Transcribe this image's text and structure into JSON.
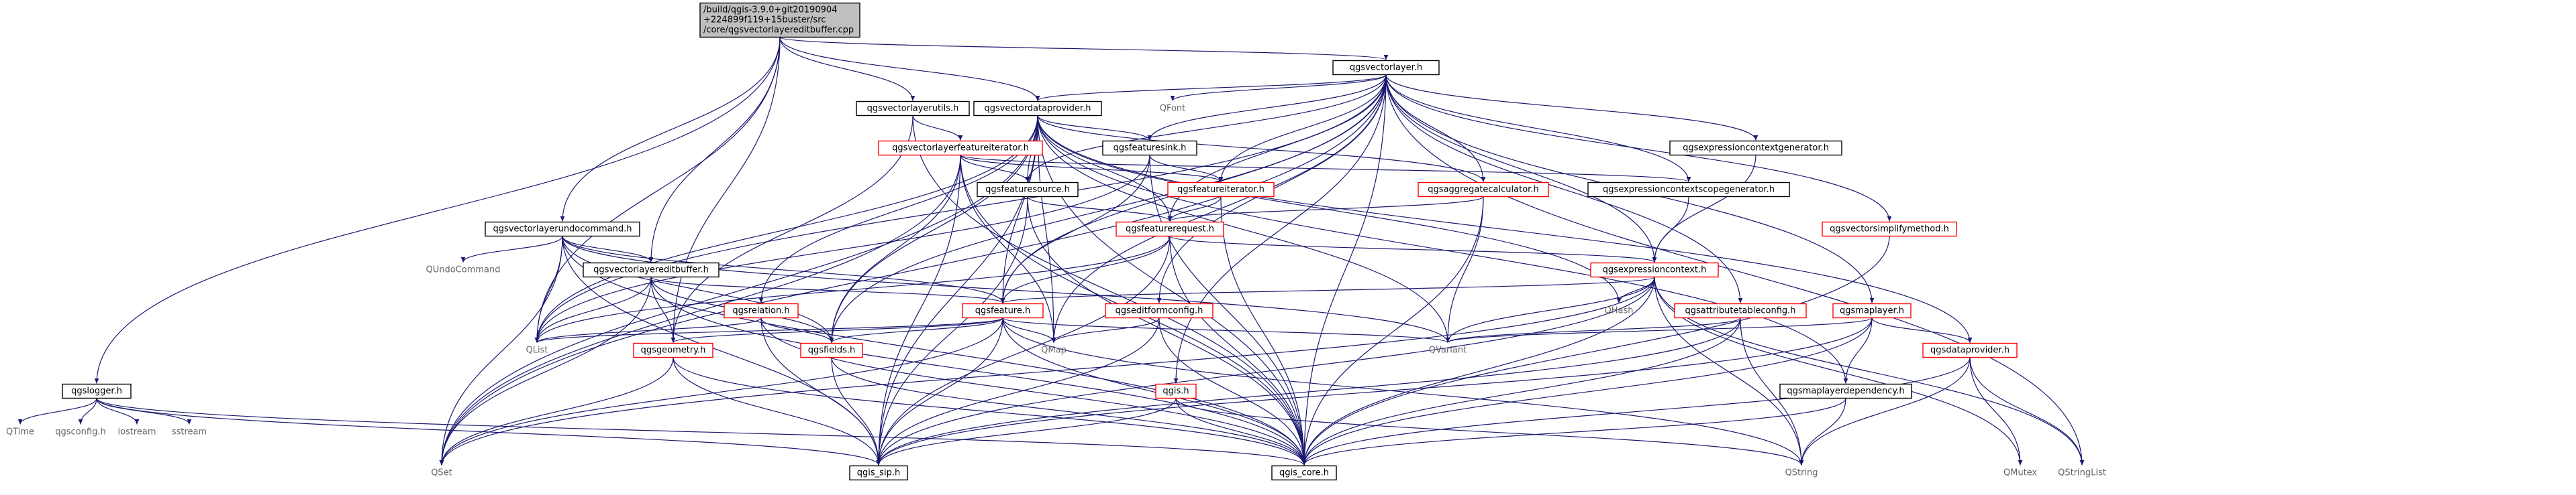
{
  "colors": {
    "edge": "#191970",
    "root_fill": "#bfbfbf",
    "normal_border": "#000000",
    "incomplete_border": "#ff0000",
    "external_text": "#666666"
  },
  "nodes": [
    {
      "id": "root",
      "lines": [
        "/build/qgis-3.9.0+git20190904",
        "+224899f119+15buster/src",
        "/core/qgsvectorlayereditbuffer.cpp"
      ],
      "style": "root"
    },
    {
      "id": "qgsvectorlayer",
      "lines": [
        "qgsvectorlayer.h"
      ],
      "style": "normal"
    },
    {
      "id": "qgsvectorlayerutils",
      "lines": [
        "qgsvectorlayerutils.h"
      ],
      "style": "normal"
    },
    {
      "id": "qgsvectordataprovider",
      "lines": [
        "qgsvectordataprovider.h"
      ],
      "style": "normal"
    },
    {
      "id": "qfont",
      "lines": [
        "QFont"
      ],
      "style": "external"
    },
    {
      "id": "qgsfeaturesink",
      "lines": [
        "qgsfeaturesink.h"
      ],
      "style": "normal"
    },
    {
      "id": "qgsvectorlayerfeatureiterator",
      "lines": [
        "qgsvectorlayerfeatureiterator.h"
      ],
      "style": "incomplete"
    },
    {
      "id": "qgsfeatureiterator",
      "lines": [
        "qgsfeatureiterator.h"
      ],
      "style": "incomplete"
    },
    {
      "id": "qgsfeaturesource",
      "lines": [
        "qgsfeaturesource.h"
      ],
      "style": "normal"
    },
    {
      "id": "qgsaggregatecalculator",
      "lines": [
        "qgsaggregatecalculator.h"
      ],
      "style": "incomplete"
    },
    {
      "id": "qgsexpressioncontextgenerator",
      "lines": [
        "qgsexpressioncontextgenerator.h"
      ],
      "style": "normal"
    },
    {
      "id": "qgsexpressioncontextscopegenerator",
      "lines": [
        "qgsexpressioncontextscopegenerator.h"
      ],
      "style": "normal"
    },
    {
      "id": "qgsvectorsimplifymethod",
      "lines": [
        "qgsvectorsimplifymethod.h"
      ],
      "style": "incomplete"
    },
    {
      "id": "qgsfeaturerequest",
      "lines": [
        "qgsfeaturerequest.h"
      ],
      "style": "incomplete"
    },
    {
      "id": "qgsexpressioncontext",
      "lines": [
        "qgsexpressioncontext.h"
      ],
      "style": "incomplete"
    },
    {
      "id": "qgsvectorlayerundocommand",
      "lines": [
        "qgsvectorlayerundocommand.h"
      ],
      "style": "normal"
    },
    {
      "id": "qundocommand",
      "lines": [
        "QUndoCommand"
      ],
      "style": "external"
    },
    {
      "id": "qgsvectorlayereditbuffer",
      "lines": [
        "qgsvectorlayereditbuffer.h"
      ],
      "style": "normal"
    },
    {
      "id": "qgsrelation",
      "lines": [
        "qgsrelation.h"
      ],
      "style": "incomplete"
    },
    {
      "id": "qgsfeature",
      "lines": [
        "qgsfeature.h"
      ],
      "style": "incomplete"
    },
    {
      "id": "qgseditformconfig",
      "lines": [
        "qgseditformconfig.h"
      ],
      "style": "incomplete"
    },
    {
      "id": "qhash",
      "lines": [
        "QHash"
      ],
      "style": "external"
    },
    {
      "id": "qgsattributetableconfig",
      "lines": [
        "qgsattributetableconfig.h"
      ],
      "style": "incomplete"
    },
    {
      "id": "qgsmaplayer",
      "lines": [
        "qgsmaplayer.h"
      ],
      "style": "incomplete"
    },
    {
      "id": "qgslogger",
      "lines": [
        "qgslogger.h"
      ],
      "style": "normal"
    },
    {
      "id": "qlist",
      "lines": [
        "QList"
      ],
      "style": "external"
    },
    {
      "id": "qgsgeometry",
      "lines": [
        "qgsgeometry.h"
      ],
      "style": "incomplete"
    },
    {
      "id": "qgsfields",
      "lines": [
        "qgsfields.h"
      ],
      "style": "incomplete"
    },
    {
      "id": "qmap",
      "lines": [
        "QMap"
      ],
      "style": "external"
    },
    {
      "id": "qvariant",
      "lines": [
        "QVariant"
      ],
      "style": "external"
    },
    {
      "id": "qgis",
      "lines": [
        "qgis.h"
      ],
      "style": "incomplete"
    },
    {
      "id": "qgsmaplayerdependency",
      "lines": [
        "qgsmaplayerdependency.h"
      ],
      "style": "normal"
    },
    {
      "id": "qgsdataprovider",
      "lines": [
        "qgsdataprovider.h"
      ],
      "style": "incomplete"
    },
    {
      "id": "qtime",
      "lines": [
        "QTime"
      ],
      "style": "external"
    },
    {
      "id": "qgsconfig",
      "lines": [
        "qgsconfig.h"
      ],
      "style": "external"
    },
    {
      "id": "iostream",
      "lines": [
        "iostream"
      ],
      "style": "external"
    },
    {
      "id": "sstream",
      "lines": [
        "sstream"
      ],
      "style": "external"
    },
    {
      "id": "qset",
      "lines": [
        "QSet"
      ],
      "style": "external"
    },
    {
      "id": "qgis_sip",
      "lines": [
        "qgis_sip.h"
      ],
      "style": "normal"
    },
    {
      "id": "qgis_core",
      "lines": [
        "qgis_core.h"
      ],
      "style": "normal"
    },
    {
      "id": "qstring",
      "lines": [
        "QString"
      ],
      "style": "external"
    },
    {
      "id": "qmutex",
      "lines": [
        "QMutex"
      ],
      "style": "external"
    },
    {
      "id": "qstringlist",
      "lines": [
        "QStringList"
      ],
      "style": "external"
    }
  ],
  "edges": [
    [
      "root",
      "qgsvectorlayer"
    ],
    [
      "root",
      "qgsvectorlayerutils"
    ],
    [
      "root",
      "qgsvectordataprovider"
    ],
    [
      "root",
      "qgsvectorlayerundocommand"
    ],
    [
      "root",
      "qgsvectorlayereditbuffer"
    ],
    [
      "root",
      "qgslogger"
    ],
    [
      "root",
      "qgsgeometry"
    ],
    [
      "root",
      "qlist"
    ],
    [
      "qgsvectorlayer",
      "qgsvectordataprovider"
    ],
    [
      "qgsvectorlayer",
      "qfont"
    ],
    [
      "qgsvectorlayer",
      "qgsfeaturesink"
    ],
    [
      "qgsvectorlayer",
      "qgsfeatureiterator"
    ],
    [
      "qgsvectorlayer",
      "qgsaggregatecalculator"
    ],
    [
      "qgsvectorlayer",
      "qgsexpressioncontextgenerator"
    ],
    [
      "qgsvectorlayer",
      "qgsexpressioncontextscopegenerator"
    ],
    [
      "qgsvectorlayer",
      "qgsvectorsimplifymethod"
    ],
    [
      "qgsvectorlayer",
      "qgsfeaturerequest"
    ],
    [
      "qgsvectorlayer",
      "qgsexpressioncontext"
    ],
    [
      "qgsvectorlayer",
      "qgseditformconfig"
    ],
    [
      "qgsvectorlayer",
      "qgsattributetableconfig"
    ],
    [
      "qgsvectorlayer",
      "qgsmaplayer"
    ],
    [
      "qgsvectorlayer",
      "qgsfeature"
    ],
    [
      "qgsvectorlayer",
      "qgis"
    ],
    [
      "qgsvectorlayer",
      "qgis_core"
    ],
    [
      "qgsvectorlayer",
      "qgsfields"
    ],
    [
      "qgsvectorlayer",
      "qset"
    ],
    [
      "qgsvectorlayer",
      "qstringlist"
    ],
    [
      "qgsvectorlayer",
      "qlist"
    ],
    [
      "qgsvectorlayer",
      "qmap"
    ],
    [
      "qgsvectorlayer",
      "qgsfeaturesource"
    ],
    [
      "qgsvectorlayerutils",
      "qgsvectorlayerfeatureiterator"
    ],
    [
      "qgsvectorlayerutils",
      "qgsgeometry"
    ],
    [
      "qgsvectorlayerutils",
      "qgis_core"
    ],
    [
      "qgsvectordataprovider",
      "qgsfeaturesink"
    ],
    [
      "qgsvectordataprovider",
      "qgsfeaturesource"
    ],
    [
      "qgsvectordataprovider",
      "qgsfeaturerequest"
    ],
    [
      "qgsvectordataprovider",
      "qgsaggregatecalculator"
    ],
    [
      "qgsvectordataprovider",
      "qgsmaplayerdependency"
    ],
    [
      "qgsvectordataprovider",
      "qgsdataprovider"
    ],
    [
      "qgsvectordataprovider",
      "qgsrelation"
    ],
    [
      "qgsvectordataprovider",
      "qgsfeature"
    ],
    [
      "qgsvectordataprovider",
      "qgsfields"
    ],
    [
      "qgsvectordataprovider",
      "qgis_core"
    ],
    [
      "qgsvectordataprovider",
      "qgis_sip"
    ],
    [
      "qgsvectordataprovider",
      "qset"
    ],
    [
      "qgsvectordataprovider",
      "qlist"
    ],
    [
      "qgsvectordataprovider",
      "qmap"
    ],
    [
      "qgsvectordataprovider",
      "qhash"
    ],
    [
      "qgsvectordataprovider",
      "qvariant"
    ],
    [
      "qgsvectorlayerfeatureiterator",
      "qgsfeatureiterator"
    ],
    [
      "qgsvectorlayerfeatureiterator",
      "qgsfeaturesource"
    ],
    [
      "qgsvectorlayerfeatureiterator",
      "qgsexpressioncontextscopegenerator"
    ],
    [
      "qgsvectorlayerfeatureiterator",
      "qgsfields"
    ],
    [
      "qgsvectorlayerfeatureiterator",
      "qgis_core"
    ],
    [
      "qgsvectorlayerfeatureiterator",
      "qgis_sip"
    ],
    [
      "qgsvectorlayerfeatureiterator",
      "qset"
    ],
    [
      "qgsvectorlayerfeatureiterator",
      "qmap"
    ],
    [
      "qgsfeaturesink",
      "qgsfeatureiterator"
    ],
    [
      "qgsfeaturesink",
      "qgsfeature"
    ],
    [
      "qgsfeaturesink",
      "qgis_core"
    ],
    [
      "qgsfeaturesink",
      "qlist"
    ],
    [
      "qgsfeatureiterator",
      "qgsfeaturerequest"
    ],
    [
      "qgsfeatureiterator",
      "qgis_core"
    ],
    [
      "qgsfeaturesource",
      "qgsfeaturerequest"
    ],
    [
      "qgsfeaturesource",
      "qgis_core"
    ],
    [
      "qgsfeaturesource",
      "qgis_sip"
    ],
    [
      "qgsaggregatecalculator",
      "qgsfeaturerequest"
    ],
    [
      "qgsaggregatecalculator",
      "qgis_core"
    ],
    [
      "qgsaggregatecalculator",
      "qvariant"
    ],
    [
      "qgsexpressioncontextgenerator",
      "qgsexpressioncontext"
    ],
    [
      "qgsexpressioncontextscopegenerator",
      "qgsexpressioncontext"
    ],
    [
      "qgsvectorsimplifymethod",
      "qgis_core"
    ],
    [
      "qgsfeaturerequest",
      "qgsexpressioncontext"
    ],
    [
      "qgsfeaturerequest",
      "qgsfeature"
    ],
    [
      "qgsfeaturerequest",
      "qgis_core"
    ],
    [
      "qgsfeaturerequest",
      "qgis_sip"
    ],
    [
      "qgsfeaturerequest",
      "qlist"
    ],
    [
      "qgsexpressioncontext",
      "qgsfeature"
    ],
    [
      "qgsexpressioncontext",
      "qhash"
    ],
    [
      "qgsexpressioncontext",
      "qvariant"
    ],
    [
      "qgsexpressioncontext",
      "qgis_core"
    ],
    [
      "qgsexpressioncontext",
      "qgis_sip"
    ],
    [
      "qgsexpressioncontext",
      "qstring"
    ],
    [
      "qgsexpressioncontext",
      "qstringlist"
    ],
    [
      "qgsexpressioncontext",
      "qset"
    ],
    [
      "qgsexpressioncontext",
      "qmutex"
    ],
    [
      "qgsvectorlayerundocommand",
      "qundocommand"
    ],
    [
      "qgsvectorlayerundocommand",
      "qgsvectorlayereditbuffer"
    ],
    [
      "qgsvectorlayerundocommand",
      "qgsfeature"
    ],
    [
      "qgsvectorlayerundocommand",
      "qgis_core"
    ],
    [
      "qgsvectorlayerundocommand",
      "qgis_sip"
    ],
    [
      "qgsvectorlayerundocommand",
      "qlist"
    ],
    [
      "qgsvectorlayerundocommand",
      "qvariant"
    ],
    [
      "qgsvectorlayerundocommand",
      "qgsfields"
    ],
    [
      "qgsvectorlayerundocommand",
      "qset"
    ],
    [
      "qgsvectorlayereditbuffer",
      "qgsgeometry"
    ],
    [
      "qgsvectorlayereditbuffer",
      "qgsfeature"
    ],
    [
      "qgsvectorlayereditbuffer",
      "qgsfields"
    ],
    [
      "qgsvectorlayereditbuffer",
      "qgis_core"
    ],
    [
      "qgsvectorlayereditbuffer",
      "qlist"
    ],
    [
      "qgsvectorlayereditbuffer",
      "qset"
    ],
    [
      "qgsrelation",
      "qgsfields"
    ],
    [
      "qgsrelation",
      "qgis_core"
    ],
    [
      "qgsrelation",
      "qgis_sip"
    ],
    [
      "qgsrelation",
      "qlist"
    ],
    [
      "qgsfeature",
      "qgsgeometry"
    ],
    [
      "qgsfeature",
      "qgsfields"
    ],
    [
      "qgsfeature",
      "qgis_core"
    ],
    [
      "qgsfeature",
      "qgis_sip"
    ],
    [
      "qgsfeature",
      "qlist"
    ],
    [
      "qgsfeature",
      "qmap"
    ],
    [
      "qgsfeature",
      "qvariant"
    ],
    [
      "qgsfeature",
      "qset"
    ],
    [
      "qgsfeature",
      "qstring"
    ],
    [
      "qgseditformconfig",
      "qgis_core"
    ],
    [
      "qgseditformconfig",
      "qgis_sip"
    ],
    [
      "qgseditformconfig",
      "qmap"
    ],
    [
      "qgsattributetableconfig",
      "qgis_core"
    ],
    [
      "qgsattributetableconfig",
      "qgis_sip"
    ],
    [
      "qgsattributetableconfig",
      "qvariant"
    ],
    [
      "qgsattributetableconfig",
      "qstring"
    ],
    [
      "qgsmaplayer",
      "qgsdataprovider"
    ],
    [
      "qgsmaplayer",
      "qgsmaplayerdependency"
    ],
    [
      "qgsmaplayer",
      "qgis_core"
    ],
    [
      "qgsmaplayer",
      "qgis_sip"
    ],
    [
      "qgsmaplayer",
      "qvariant"
    ],
    [
      "qgsmaplayerdependency",
      "qgis_core"
    ],
    [
      "qgsmaplayerdependency",
      "qstring"
    ],
    [
      "qgsdataprovider",
      "qgis_core"
    ],
    [
      "qgsdataprovider",
      "qmutex"
    ],
    [
      "qgsdataprovider",
      "qstring"
    ],
    [
      "qgsdataprovider",
      "qstringlist"
    ],
    [
      "qgslogger",
      "qtime"
    ],
    [
      "qgslogger",
      "qgsconfig"
    ],
    [
      "qgslogger",
      "iostream"
    ],
    [
      "qgslogger",
      "sstream"
    ],
    [
      "qgslogger",
      "qgis_core"
    ],
    [
      "qgslogger",
      "qgis_sip"
    ],
    [
      "qgsgeometry",
      "qgis_core"
    ],
    [
      "qgsgeometry",
      "qgis_sip"
    ],
    [
      "qgsgeometry",
      "qset"
    ],
    [
      "qgsfields",
      "qgis_core"
    ],
    [
      "qgsfields",
      "qgis_sip"
    ],
    [
      "qgis",
      "qgis_core"
    ],
    [
      "qgis",
      "qgis_sip"
    ],
    [
      "qgis",
      "qstring"
    ]
  ]
}
